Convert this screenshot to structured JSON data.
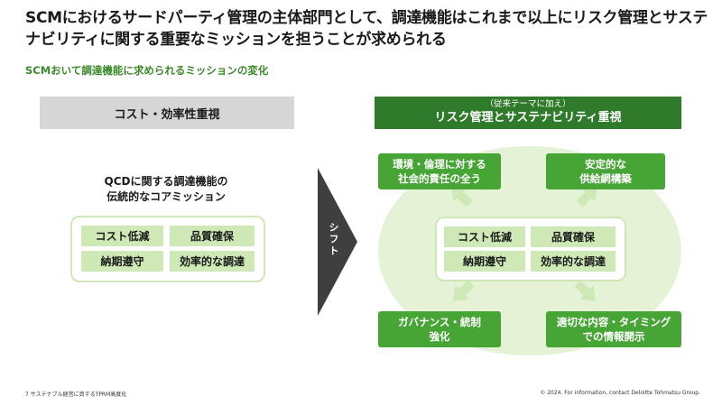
{
  "title": "SCMにおけるサードパーティ管理の主体部門として、調達機能はこれまで以上にリスク管理とサステナビリティに関する重要なミッションを担うことが求められる",
  "subtitle": "SCMおいて調達機能に求められるミッションの変化",
  "left": {
    "header": "コスト・効率性重視",
    "caption_line1": "QCDに関する調達機能の",
    "caption_line2": "伝統的なコアミッション",
    "chips": [
      "コスト低減",
      "品質確保",
      "納期遵守",
      "効率的な調達"
    ]
  },
  "shift_label": "シフト",
  "right": {
    "header_small": "（従来テーマに加え）",
    "header_main": "リスク管理とサステナビリティ重視",
    "chips": [
      "コスト低減",
      "品質確保",
      "納期遵守",
      "効率的な調達"
    ],
    "top_left": [
      "環境・倫理に対する",
      "社会的責任の全う"
    ],
    "top_right": [
      "安定的な",
      "供給網構築"
    ],
    "bottom_left": [
      "ガバナンス・統制",
      "強化"
    ],
    "bottom_right": [
      "適切な内容・タイミング",
      "での情報開示"
    ]
  },
  "footer": {
    "left": "7   サステナブル経営に資するTPRM高度化",
    "right": "© 2024. For information, contact Deloitte Tohmatsu Group."
  },
  "colors": {
    "dark_green": "#2f7a2b",
    "green": "#46a535",
    "light_green": "#cfe9b6",
    "pale_green": "#e4f3d6",
    "gray": "#d6d6d6",
    "arrow": "#3f3f3f"
  }
}
